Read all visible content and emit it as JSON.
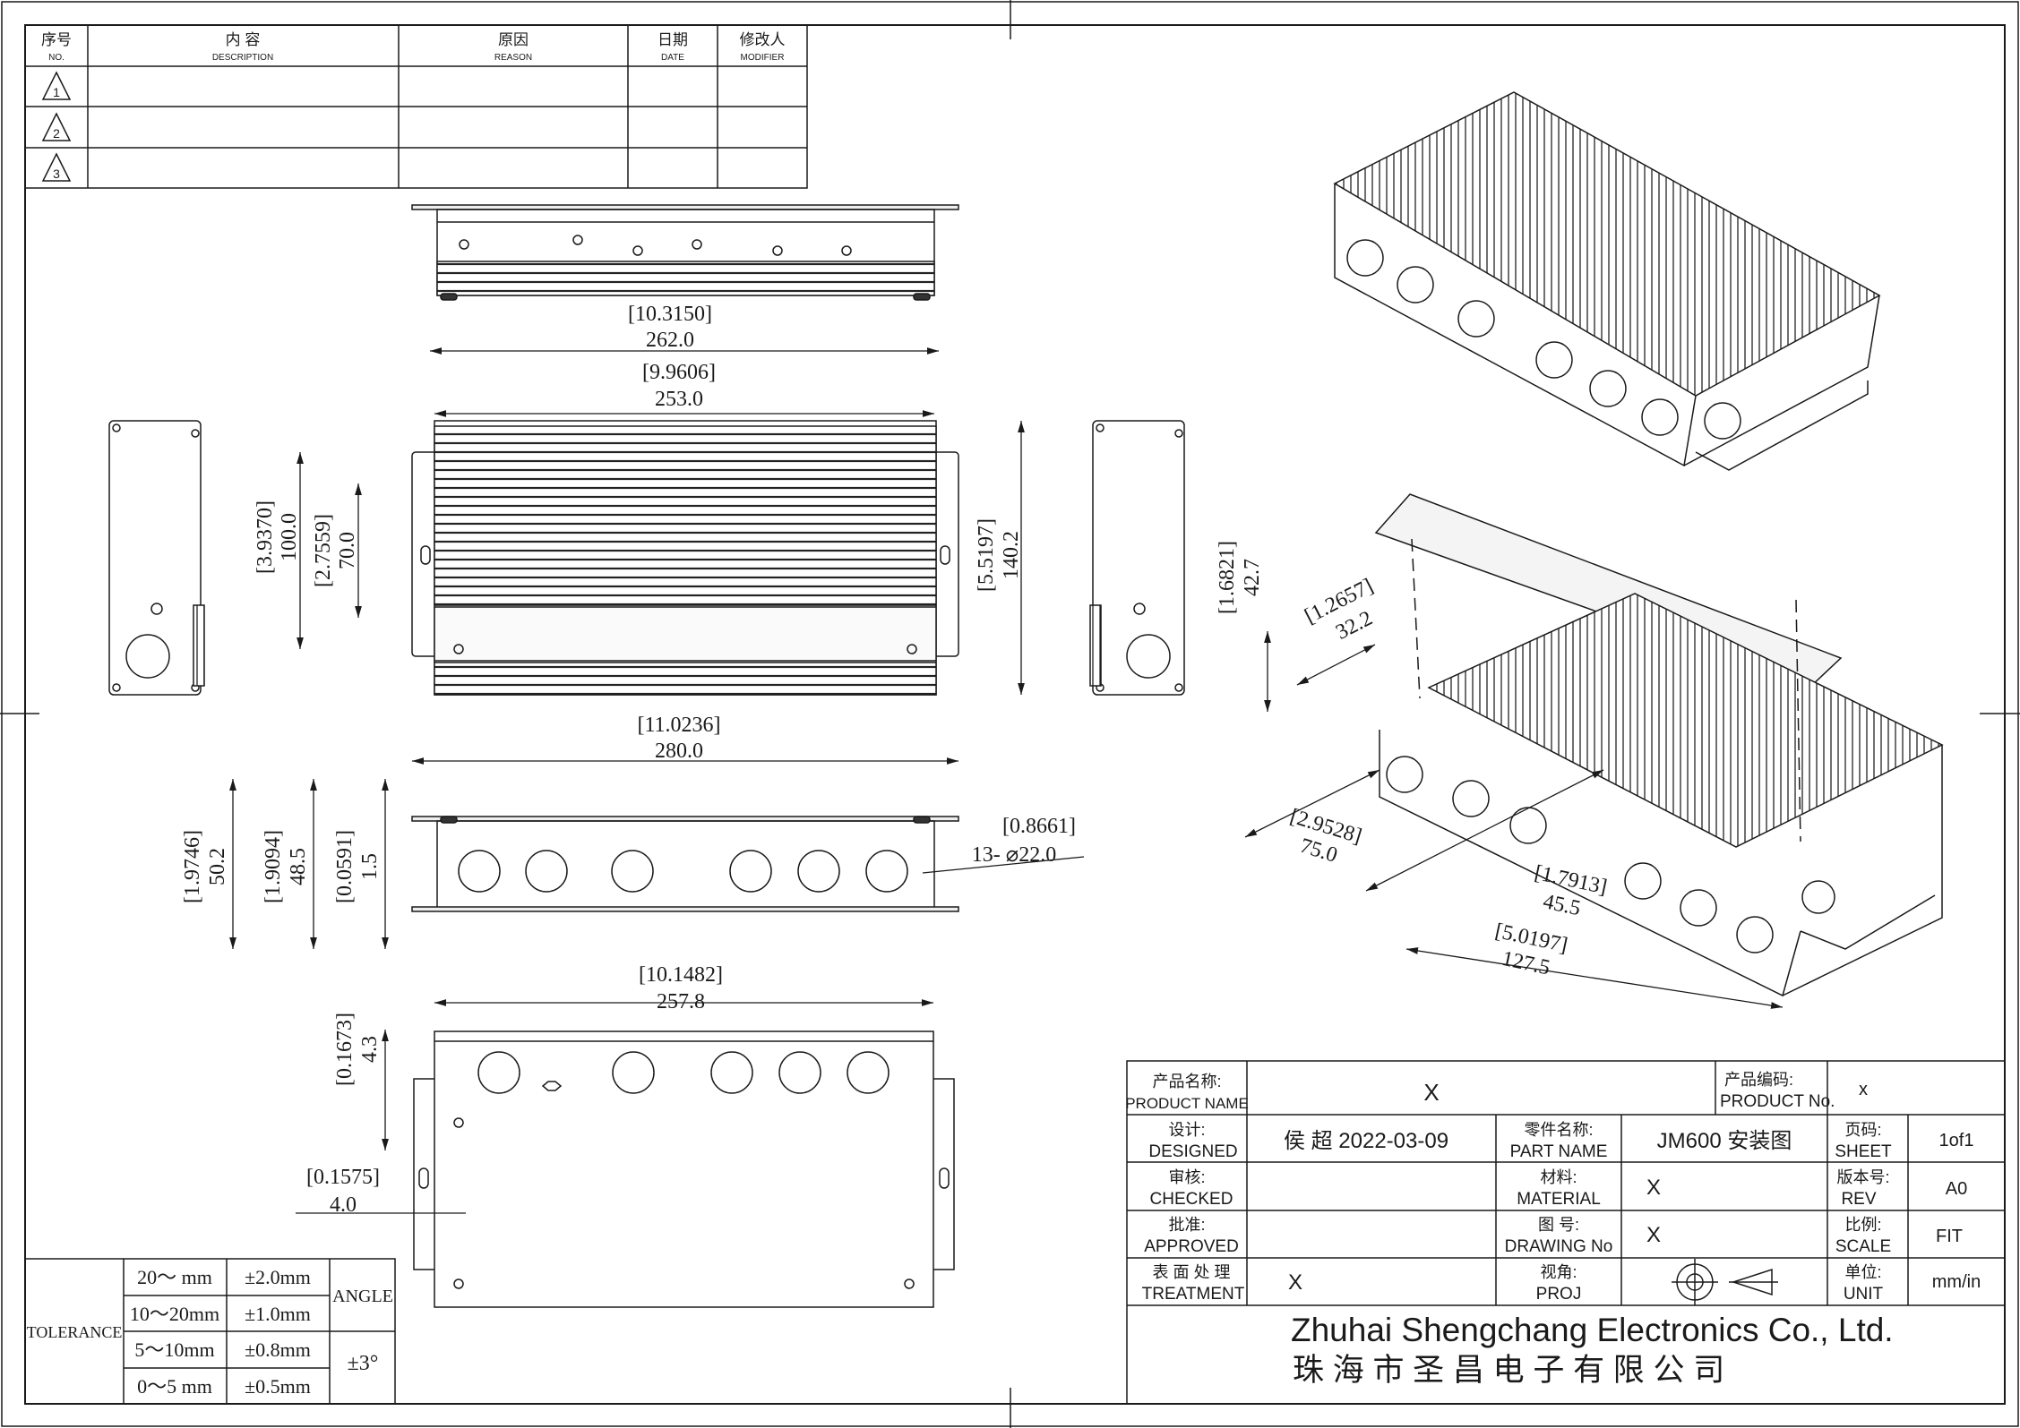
{
  "revision_table": {
    "headers": [
      {
        "cn": "序号",
        "en": "NO."
      },
      {
        "cn": "内  容",
        "en": "DESCRIPTION"
      },
      {
        "cn": "原因",
        "en": "REASON"
      },
      {
        "cn": "日期",
        "en": "DATE"
      },
      {
        "cn": "修改人",
        "en": "MODIFIER"
      }
    ],
    "rows": [
      "1",
      "2",
      "3"
    ]
  },
  "dimensions": {
    "top_width_in": "[10.3150]",
    "top_width_mm": "262.0",
    "inner_width_in": "[9.9606]",
    "inner_width_mm": "253.0",
    "slot_span_in": "[3.9370]",
    "slot_span_mm": "100.0",
    "slot_pitch_in": "[2.7559]",
    "slot_pitch_mm": "70.0",
    "depth_in": "[5.5197]",
    "depth_mm": "140.2",
    "overall_width_in": "[11.0236]",
    "overall_width_mm": "280.0",
    "overall_height_in": "[1.9746]",
    "overall_height_mm": "50.2",
    "body_height_in": "[1.9094]",
    "body_height_mm": "48.5",
    "flange_thk_in": "[0.0591]",
    "flange_thk_mm": "1.5",
    "hole_dia_in": "[0.8661]",
    "hole_dia_mm": "13- ⌀22.0",
    "bottom_width_in": "[10.1482]",
    "bottom_width_mm": "257.8",
    "hole_offset_in": "[0.1673]",
    "hole_offset_mm": "4.3",
    "slot_w_in": "[0.1575]",
    "slot_w_mm": "4.0",
    "iso_height_in": "[1.6821]",
    "iso_height_mm": "42.7",
    "iso_cover_in": "[1.2657]",
    "iso_cover_mm": "32.2",
    "iso_a_in": "[2.9528]",
    "iso_a_mm": "75.0",
    "iso_b_in": "[1.7913]",
    "iso_b_mm": "45.5",
    "iso_c_in": "[5.0197]",
    "iso_c_mm": "127.5"
  },
  "tolerance": {
    "label": "TOLERANCE",
    "rows": [
      {
        "range": "20～ mm",
        "tol": "±2.0mm"
      },
      {
        "range": "10～20mm",
        "tol": "±1.0mm"
      },
      {
        "range": "5～10mm",
        "tol": "±0.8mm"
      },
      {
        "range": "0～5 mm",
        "tol": "±0.5mm"
      }
    ],
    "angle_label": "ANGLE",
    "angle_value": "±3°"
  },
  "title_block": {
    "product_name_cn": "产品名称:",
    "product_name_en": "PRODUCT NAME",
    "product_name": "X",
    "product_no_cn": "产品编码:",
    "product_no_en": "PRODUCT No.",
    "product_no": "x",
    "designed_cn": "设计:",
    "designed_en": "DESIGNED",
    "designed": "侯 超 2022-03-09",
    "part_name_cn": "零件名称:",
    "part_name_en": "PART NAME",
    "part_name": "JM600 安装图",
    "sheet_cn": "页码:",
    "sheet_en": "SHEET",
    "sheet": "1of1",
    "checked_cn": "审核:",
    "checked_en": "CHECKED",
    "material_cn": "材料:",
    "material_en": "MATERIAL",
    "material": "X",
    "rev_cn": "版本号:",
    "rev_en": "REV",
    "rev": "A0",
    "approved_cn": "批准:",
    "approved_en": "APPROVED",
    "drawing_no_cn": "图 号:",
    "drawing_no_en": "DRAWING No",
    "drawing_no": "X",
    "scale_cn": "比例:",
    "scale_en": "SCALE",
    "scale": "FIT",
    "treatment_cn": "表 面 处 理",
    "treatment_en": "TREATMENT",
    "treatment": "X",
    "proj_cn": "视角:",
    "proj_en": "PROJ",
    "unit_cn": "单位:",
    "unit_en": "UNIT",
    "unit": "mm/in",
    "company_en": "Zhuhai Shengchang Electronics Co., Ltd.",
    "company_cn": "珠 海 市 圣 昌 电 子 有 限 公 司"
  }
}
